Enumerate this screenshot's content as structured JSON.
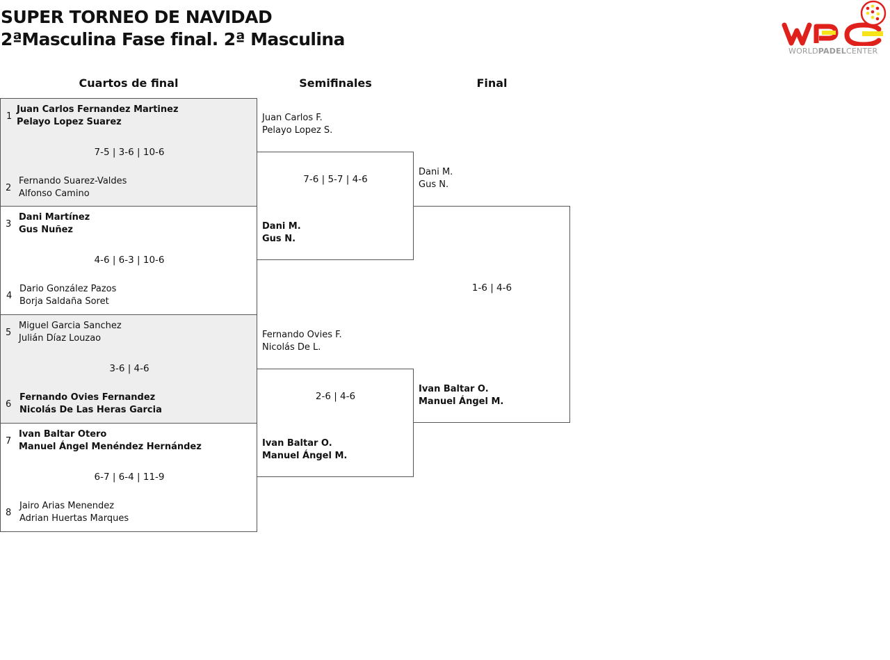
{
  "header": {
    "title": "SUPER TORNEO DE NAVIDAD",
    "subtitle": "2ªMasculina Fase final. 2ª Masculina"
  },
  "logo": {
    "brand_initials": "WPC",
    "text_light_1": "WORLD",
    "text_bold": "PADEL",
    "text_light_2": "CENTER",
    "colors": {
      "red": "#e0201b",
      "yellow": "#f7e31a",
      "gray": "#9a9a9a"
    }
  },
  "rounds": {
    "quarterfinals": "Cuartos de final",
    "semifinals": "Semifinales",
    "final": "Final"
  },
  "quarterfinals": [
    {
      "top": {
        "seed": "1",
        "p1": "Juan Carlos Fernandez Martinez",
        "p2": "Pelayo Lopez Suarez"
      },
      "score": "7-5 | 3-6 | 10-6",
      "bottom": {
        "seed": "2",
        "p1": "Fernando Suarez-Valdes",
        "p2": "Alfonso Camino"
      }
    },
    {
      "top": {
        "seed": "3",
        "p1": "Dani Martínez",
        "p2": "Gus Nuñez"
      },
      "score": "4-6 | 6-3 | 10-6",
      "bottom": {
        "seed": "4",
        "p1": "Dario González Pazos",
        "p2": "Borja Saldaña Soret"
      }
    },
    {
      "top": {
        "seed": "5",
        "p1": "Miguel Garcia Sanchez",
        "p2": "Julián Díaz Louzao"
      },
      "score": "3-6 | 4-6",
      "bottom": {
        "seed": "6",
        "p1": "Fernando Ovies Fernandez",
        "p2": "Nicolás De Las Heras Garcia"
      }
    },
    {
      "top": {
        "seed": "7",
        "p1": "Ivan Baltar Otero",
        "p2": "Manuel Ángel Menéndez Hernández"
      },
      "score": "6-7 | 6-4 | 11-9",
      "bottom": {
        "seed": "8",
        "p1": "Jairo Arias Menendez",
        "p2": "Adrian Huertas Marques"
      }
    }
  ],
  "semifinals": [
    {
      "top": {
        "p1": "Juan Carlos F.",
        "p2": "Pelayo Lopez S."
      },
      "score": "7-6 | 5-7 | 4-6",
      "bottom": {
        "p1": "Dani M.",
        "p2": "Gus N."
      }
    },
    {
      "top": {
        "p1": "Fernando Ovies F.",
        "p2": "Nicolás De L."
      },
      "score": "2-6 | 4-6",
      "bottom": {
        "p1": "Ivan Baltar O.",
        "p2": "Manuel Ángel M."
      }
    }
  ],
  "final": {
    "top": {
      "p1": "Dani M.",
      "p2": "Gus N."
    },
    "score": "1-6 | 4-6",
    "bottom": {
      "p1": "Ivan Baltar O.",
      "p2": "Manuel Ángel M."
    }
  }
}
